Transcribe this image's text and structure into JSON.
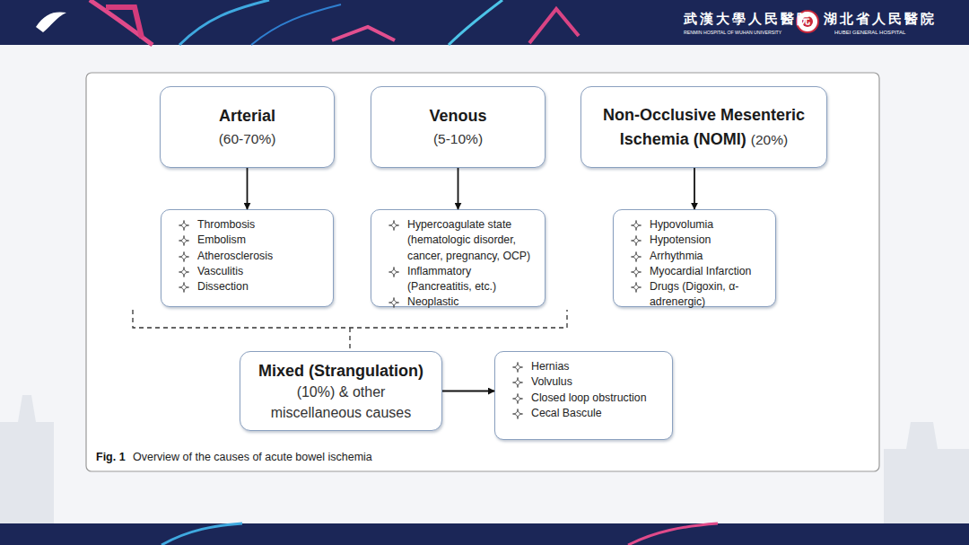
{
  "diagram": {
    "caption": "Overview of the causes of acute bowel ischemia",
    "nodes": [
      {
        "text": [
          "Arterial",
          "(60-70%)"
        ]
      },
      {
        "text": [
          "Venous",
          "(5-10%)"
        ]
      },
      {
        "text": [
          "Non-Occlusive Mesenteric Ischemia (NOMI)",
          "(20%)"
        ]
      },
      {
        "text": [
          "Thrombosis",
          "Embolism",
          "Atherosclerosis",
          "Vasculitis",
          "Dissection"
        ]
      },
      {
        "text": [
          "Hypercoagulate state (hematologic disorder, cancer, pregnancy, OCP)",
          "Inflammatory (Pancreatitis, etc.)",
          "Neoplastic"
        ]
      },
      {
        "text": [
          "Hypovolumia",
          "Hypotension",
          "Arrhythmia",
          "Myocardial Infarction",
          "Drugs (Digoxin, α-adrenergic)"
        ]
      },
      {
        "text": [
          "Mixed (Strangulation)",
          "(10%) & other miscellaneous causes"
        ]
      },
      {
        "text": [
          "Hernias",
          "Volvulus",
          "Closed loop obstruction",
          "Cecal Bascule"
        ]
      }
    ],
    "edges": [
      {
        "from": 0,
        "to": 3,
        "arrow": "to"
      },
      {
        "from": 1,
        "to": 4,
        "arrow": "to"
      },
      {
        "from": 2,
        "to": 5,
        "arrow": "to"
      },
      {
        "from": 6,
        "to": 7,
        "arrow": "to"
      }
    ],
    "labels": [
      "武漢大學人民醫院",
      "RENMIN HOSPITAL OF WUHAN UNIVERSITY",
      "湖北省人民醫院",
      "HUBEI GENERAL HOSPITAL",
      "Fig. 1"
    ]
  }
}
